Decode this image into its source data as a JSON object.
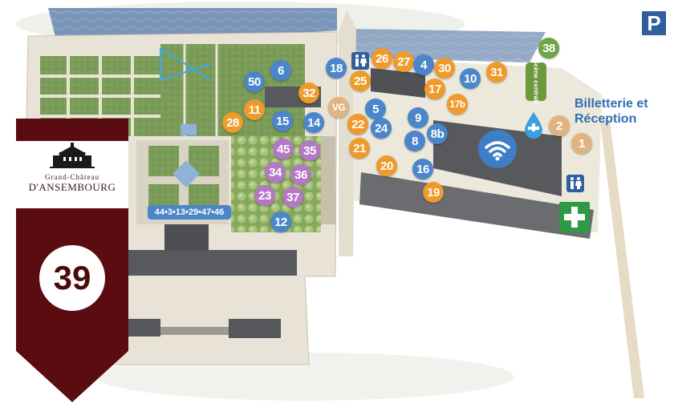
{
  "ribbon": {
    "logo_line1": "Grand-Château",
    "logo_line2": "D'ANSEMBOURG",
    "stand_number": "39",
    "color": "#5a0c10"
  },
  "labels": {
    "billetterie": "Billetterie et Réception",
    "scene_centrale": "Scène centrale",
    "parking": "P",
    "stand_group": "44•3•13•29•47•46"
  },
  "colors": {
    "blue": "#4a86c9",
    "orange": "#ef9b2c",
    "purple": "#b479c4",
    "beige": "#e0b482",
    "green": "#6fa447",
    "first_aid": "#2e9a46",
    "parking": "#2f5f9c"
  },
  "icons": [
    "wc-icon",
    "wifi-icon",
    "water-tap-icon",
    "first-aid-icon",
    "parking-icon",
    "castle-logo-icon"
  ],
  "markers": [
    {
      "label": "6",
      "color": "blue"
    },
    {
      "label": "50",
      "color": "blue"
    },
    {
      "label": "32",
      "color": "orange"
    },
    {
      "label": "11",
      "color": "orange"
    },
    {
      "label": "28",
      "color": "orange"
    },
    {
      "label": "15",
      "color": "blue"
    },
    {
      "label": "14",
      "color": "blue"
    },
    {
      "label": "45",
      "color": "purple"
    },
    {
      "label": "35",
      "color": "purple"
    },
    {
      "label": "34",
      "color": "purple"
    },
    {
      "label": "36",
      "color": "purple"
    },
    {
      "label": "23",
      "color": "purple"
    },
    {
      "label": "37",
      "color": "purple"
    },
    {
      "label": "12",
      "color": "blue"
    },
    {
      "label": "18",
      "color": "blue"
    },
    {
      "label": "26",
      "color": "orange"
    },
    {
      "label": "27",
      "color": "orange"
    },
    {
      "label": "4",
      "color": "blue"
    },
    {
      "label": "30",
      "color": "orange"
    },
    {
      "label": "25",
      "color": "orange"
    },
    {
      "label": "17",
      "color": "orange"
    },
    {
      "label": "17b",
      "color": "orange"
    },
    {
      "label": "10",
      "color": "blue"
    },
    {
      "label": "31",
      "color": "orange"
    },
    {
      "label": "VG",
      "color": "beige"
    },
    {
      "label": "5",
      "color": "blue"
    },
    {
      "label": "22",
      "color": "orange"
    },
    {
      "label": "24",
      "color": "blue"
    },
    {
      "label": "9",
      "color": "blue"
    },
    {
      "label": "8b",
      "color": "blue"
    },
    {
      "label": "8",
      "color": "blue"
    },
    {
      "label": "21",
      "color": "orange"
    },
    {
      "label": "20",
      "color": "orange"
    },
    {
      "label": "16",
      "color": "blue"
    },
    {
      "label": "19",
      "color": "orange"
    },
    {
      "label": "38",
      "color": "green"
    },
    {
      "label": "2",
      "color": "beige"
    },
    {
      "label": "1",
      "color": "beige"
    }
  ]
}
